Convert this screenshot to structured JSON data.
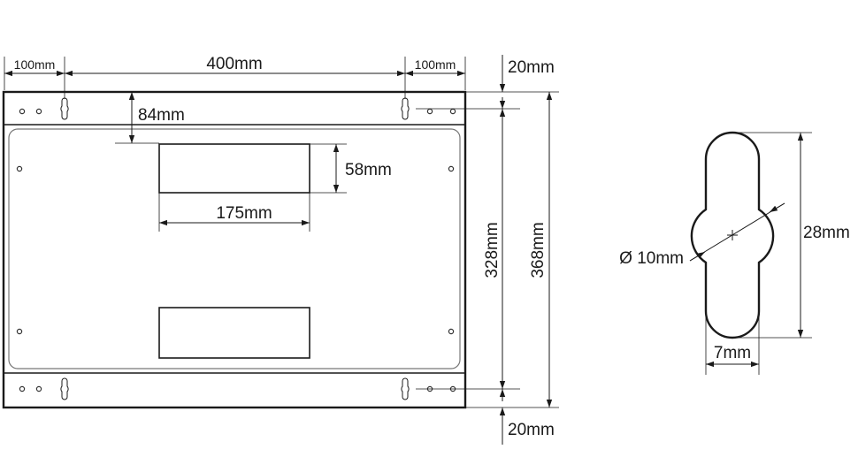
{
  "dimensions": {
    "left_margin": "100mm",
    "center_span": "400mm",
    "right_margin": "100mm",
    "top_strip": "20mm",
    "cutout_offset": "84mm",
    "cutout_height": "58mm",
    "cutout_width": "175mm",
    "inner_height": "328mm",
    "total_height": "368mm",
    "bottom_strip": "20mm",
    "slot_diameter": "Ø 10mm",
    "slot_height": "28mm",
    "slot_width": "7mm"
  }
}
